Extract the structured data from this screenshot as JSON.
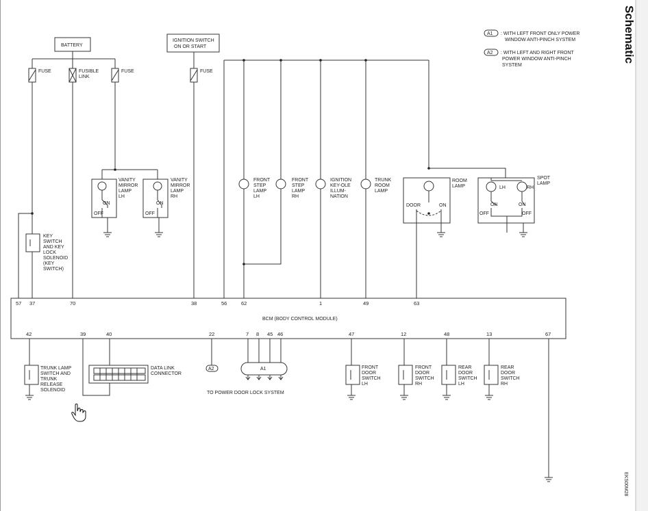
{
  "title": "Schematic",
  "side_code": "EKS00M28",
  "legend": [
    {
      "code": "A1",
      "line1": ": WITH LEFT FRONT ONLY POWER",
      "line2": "WINDOW ANTI-PINCH SYSTEM"
    },
    {
      "code": "A2",
      "line1": ": WITH LEFT AND RIGHT FRONT",
      "line2": "POWER WINDOW ANTI-PINCH",
      "line3": "SYSTEM"
    }
  ],
  "sources": {
    "battery": "BATTERY",
    "ignition_line1": "IGNITION SWITCH",
    "ignition_line2": "ON OR START",
    "fuse": "FUSE",
    "fusible_line1": "FUSIBLE",
    "fusible_line2": "LINK"
  },
  "components": {
    "vanity_lh": [
      "VANITY",
      "MIRROR",
      "LAMP",
      "LH"
    ],
    "vanity_rh": [
      "VANITY",
      "MIRROR",
      "LAMP",
      "RH"
    ],
    "on": "ON",
    "off": "OFF",
    "key_switch": [
      "KEY",
      "SWITCH",
      "AND KEY",
      "LOCK",
      "SOLENOID",
      "(KEY",
      "SWITCH)"
    ],
    "front_step_lh": [
      "FRONT",
      "STEP",
      "LAMP",
      "LH"
    ],
    "front_step_rh": [
      "FRONT",
      "STEP",
      "LAMP",
      "RH"
    ],
    "ignition_illum": [
      "IGNITION",
      "KEY-OLE",
      "ILLUM-",
      "NATION"
    ],
    "trunk_room": [
      "TRUNK",
      "ROOM",
      "LAMP"
    ],
    "room_lamp": [
      "ROOM",
      "LAMP"
    ],
    "door": "DOOR",
    "spot_lamp": [
      "SPOT",
      "LAMP"
    ],
    "lh": "LH",
    "rh": "RH",
    "trunk_lamp_switch": [
      "TRUNK LAMP",
      "SWITCH AND",
      "TRUNK",
      "RELEASE",
      "SOLENOID"
    ],
    "data_link": [
      "DATA LINK",
      "CONNECTOR"
    ],
    "a1": "A1",
    "a2": "A2",
    "power_door_lock": "TO POWER DOOR LOCK SYSTEM",
    "front_door_lh": [
      "FRONT",
      "DOOR",
      "SWITCH",
      "LH"
    ],
    "front_door_rh": [
      "FRONT",
      "DOOR",
      "SWITCH",
      "RH"
    ],
    "rear_door_lh": [
      "REAR",
      "DOOR",
      "SWITCH",
      "LH"
    ],
    "rear_door_rh": [
      "REAR",
      "DOOR",
      "SWITCH",
      "RH"
    ]
  },
  "bcm": {
    "label": "BCM (BODY CONTROL MODULE)",
    "top_pins": [
      "57",
      "37",
      "70",
      "38",
      "56",
      "62",
      "1",
      "49",
      "63"
    ],
    "bottom_pins": [
      "42",
      "39",
      "40",
      "22",
      "7",
      "8",
      "45",
      "46",
      "47",
      "12",
      "48",
      "13",
      "67"
    ]
  }
}
